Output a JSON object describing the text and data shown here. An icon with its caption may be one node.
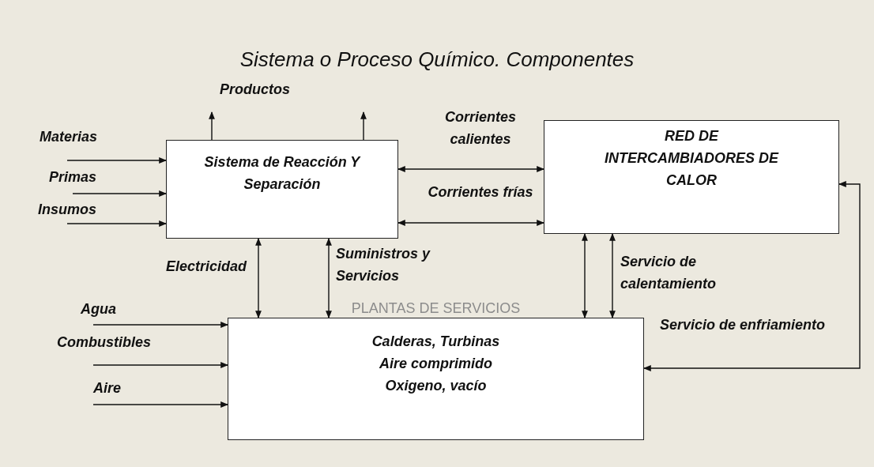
{
  "diagram": {
    "title": "Sistema o Proceso Químico. Componentes",
    "nodes": [
      {
        "text": [
          "Sistema de Reacción Y Separación"
        ]
      },
      {
        "text": [
          "RED DE INTERCAMBIADORES DE CALOR"
        ]
      },
      {
        "text": [
          "PLANTAS DE SERVICIOS",
          "Calderas, Turbinas Aire comprimido Oxigeno, vacío"
        ]
      }
    ],
    "edges": [
      {
        "from": null,
        "to": 0,
        "arrow": "to"
      },
      {
        "from": null,
        "to": 0,
        "arrow": "to"
      },
      {
        "from": null,
        "to": 0,
        "arrow": "to"
      },
      {
        "from": 0,
        "to": null,
        "arrow": "to"
      },
      {
        "from": 0,
        "to": null,
        "arrow": "to"
      },
      {
        "from": 0,
        "to": 1,
        "arrow": "both",
        "label": "Corrientes calientes"
      },
      {
        "from": 0,
        "to": 1,
        "arrow": "both",
        "label": "Corrientes frías"
      },
      {
        "from": 0,
        "to": 2,
        "arrow": "both",
        "label": "Electricidad"
      },
      {
        "from": 0,
        "to": 2,
        "arrow": "both",
        "label": "Suministros y Servicios"
      },
      {
        "from": 1,
        "to": 2,
        "arrow": "both"
      },
      {
        "from": 1,
        "to": 2,
        "arrow": "both",
        "label": "Servicio de calentamiento"
      },
      {
        "from": 2,
        "to": 1,
        "arrow": "both",
        "label": "Servicio de enfriamiento"
      },
      {
        "from": null,
        "to": 2,
        "arrow": "to"
      },
      {
        "from": null,
        "to": 2,
        "arrow": "to"
      },
      {
        "from": null,
        "to": 2,
        "arrow": "to"
      }
    ],
    "labels": [
      "Productos",
      "Materias",
      "Primas",
      "Insumos",
      "Agua",
      "Combustibles",
      "Aire"
    ]
  }
}
